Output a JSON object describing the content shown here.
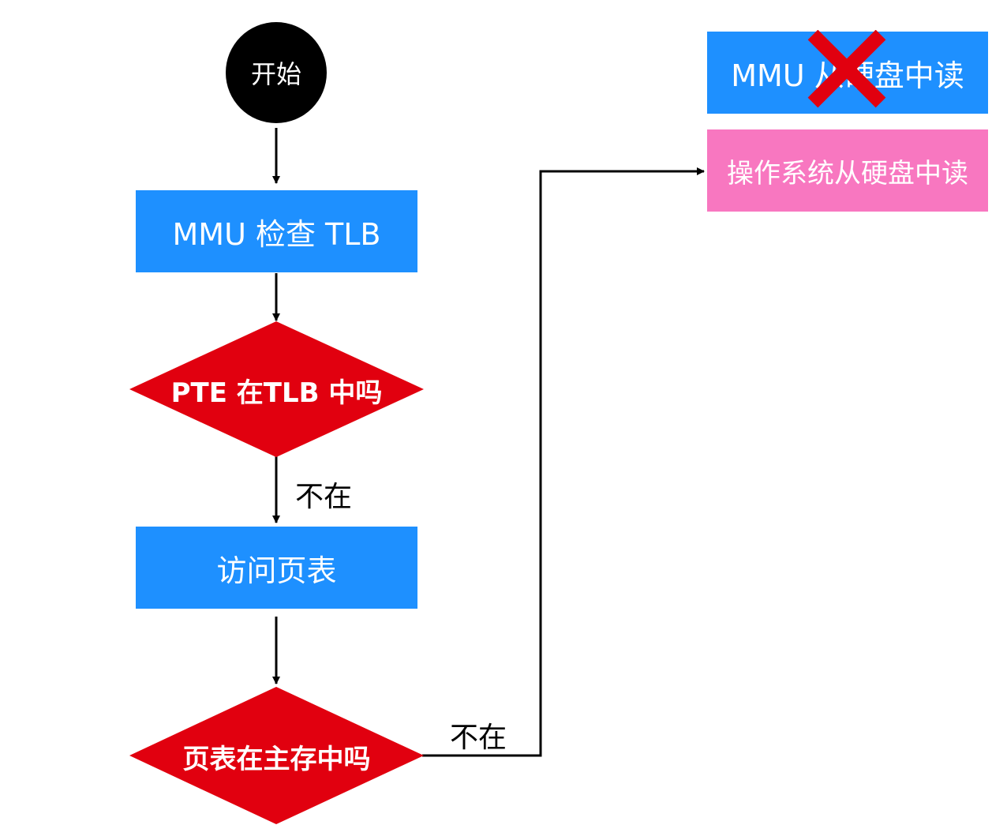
{
  "nodes": {
    "start": "开始",
    "check_tlb": "MMU 检查 TLB",
    "pte_in_tlb": "PTE 在TLB 中吗",
    "access_page_table": "访问页表",
    "page_table_in_memory": "页表在主存中吗",
    "mmu_read_disk": "MMU 从硬盘中读",
    "os_read_disk": "操作系统从硬盘中读"
  },
  "edge_labels": {
    "not_in_tlb": "不在",
    "not_in_memory": "不在"
  },
  "colors": {
    "process_box": "#1e90ff",
    "decision_diamond": "#e1000f",
    "os_box": "#f877c0",
    "start_circle": "#000000",
    "cross_mark": "#e1000f"
  }
}
